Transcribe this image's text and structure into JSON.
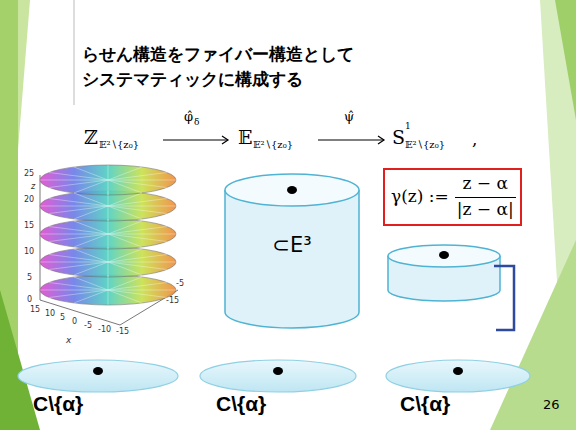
{
  "diagram": {
    "title": "らせん構造をファイバー構造として システマティックに構成する",
    "nodes": [
      {
        "text": [
          "γ(z) :=",
          "z − α",
          "|z − α|"
        ]
      },
      {
        "text": [
          "⊂E³"
        ]
      }
    ],
    "labels": [
      "ℤ",
      "𝔼²∖{z₀}",
      "φ̂",
      "δ",
      "𝔼",
      "𝔼²∖{z₀}",
      "ψ̂",
      "S",
      "1",
      "𝔼²∖{z₀}",
      ",",
      "25",
      "20",
      "15",
      "10",
      "5",
      "0",
      "z",
      "15",
      "10",
      "5",
      "0",
      "-5",
      "-10",
      "-15",
      "x",
      "-15",
      "-5",
      "C\\{α}",
      "C\\{α}",
      "C\\{α}",
      "26"
    ]
  }
}
